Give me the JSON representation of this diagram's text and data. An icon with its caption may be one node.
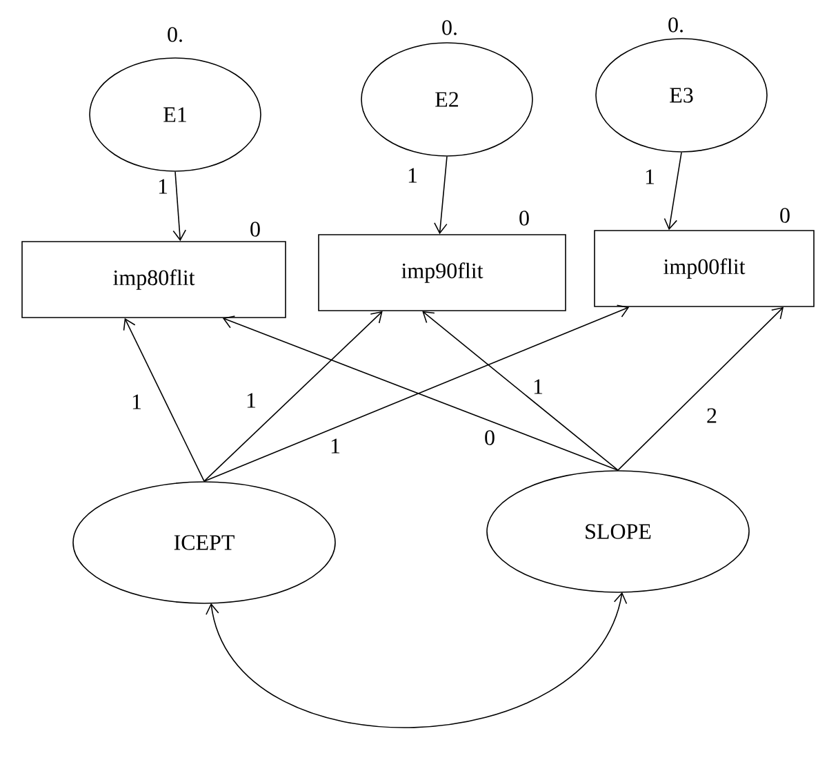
{
  "diagram": {
    "nodes": [
      {
        "text": [
          "E1"
        ],
        "beside": [
          "0."
        ]
      },
      {
        "text": [
          "E2"
        ],
        "beside": [
          "0."
        ]
      },
      {
        "text": [
          "E3"
        ],
        "beside": [
          "0."
        ]
      },
      {
        "text": [
          "imp80flit"
        ],
        "beside": [
          "0"
        ]
      },
      {
        "text": [
          "imp90flit"
        ],
        "beside": [
          "0"
        ]
      },
      {
        "text": [
          "imp00flit"
        ],
        "beside": [
          "0"
        ]
      },
      {
        "text": [
          "ICEPT"
        ]
      },
      {
        "text": [
          "SLOPE"
        ]
      }
    ],
    "edges": [
      {
        "from": 0,
        "to": 3,
        "arrow": "to",
        "label": "1"
      },
      {
        "from": 1,
        "to": 4,
        "arrow": "to",
        "label": "1"
      },
      {
        "from": 2,
        "to": 5,
        "arrow": "to",
        "label": "1"
      },
      {
        "from": 6,
        "to": 3,
        "arrow": "to",
        "label": "1"
      },
      {
        "from": 6,
        "to": 4,
        "arrow": "to",
        "label": "1"
      },
      {
        "from": 6,
        "to": 5,
        "arrow": "to",
        "label": "1"
      },
      {
        "from": 7,
        "to": 3,
        "arrow": "to",
        "label": "0"
      },
      {
        "from": 7,
        "to": 4,
        "arrow": "to",
        "label": "1"
      },
      {
        "from": 7,
        "to": 5,
        "arrow": "to",
        "label": "2"
      },
      {
        "from": 6,
        "to": 7,
        "arrow": "both"
      }
    ]
  }
}
